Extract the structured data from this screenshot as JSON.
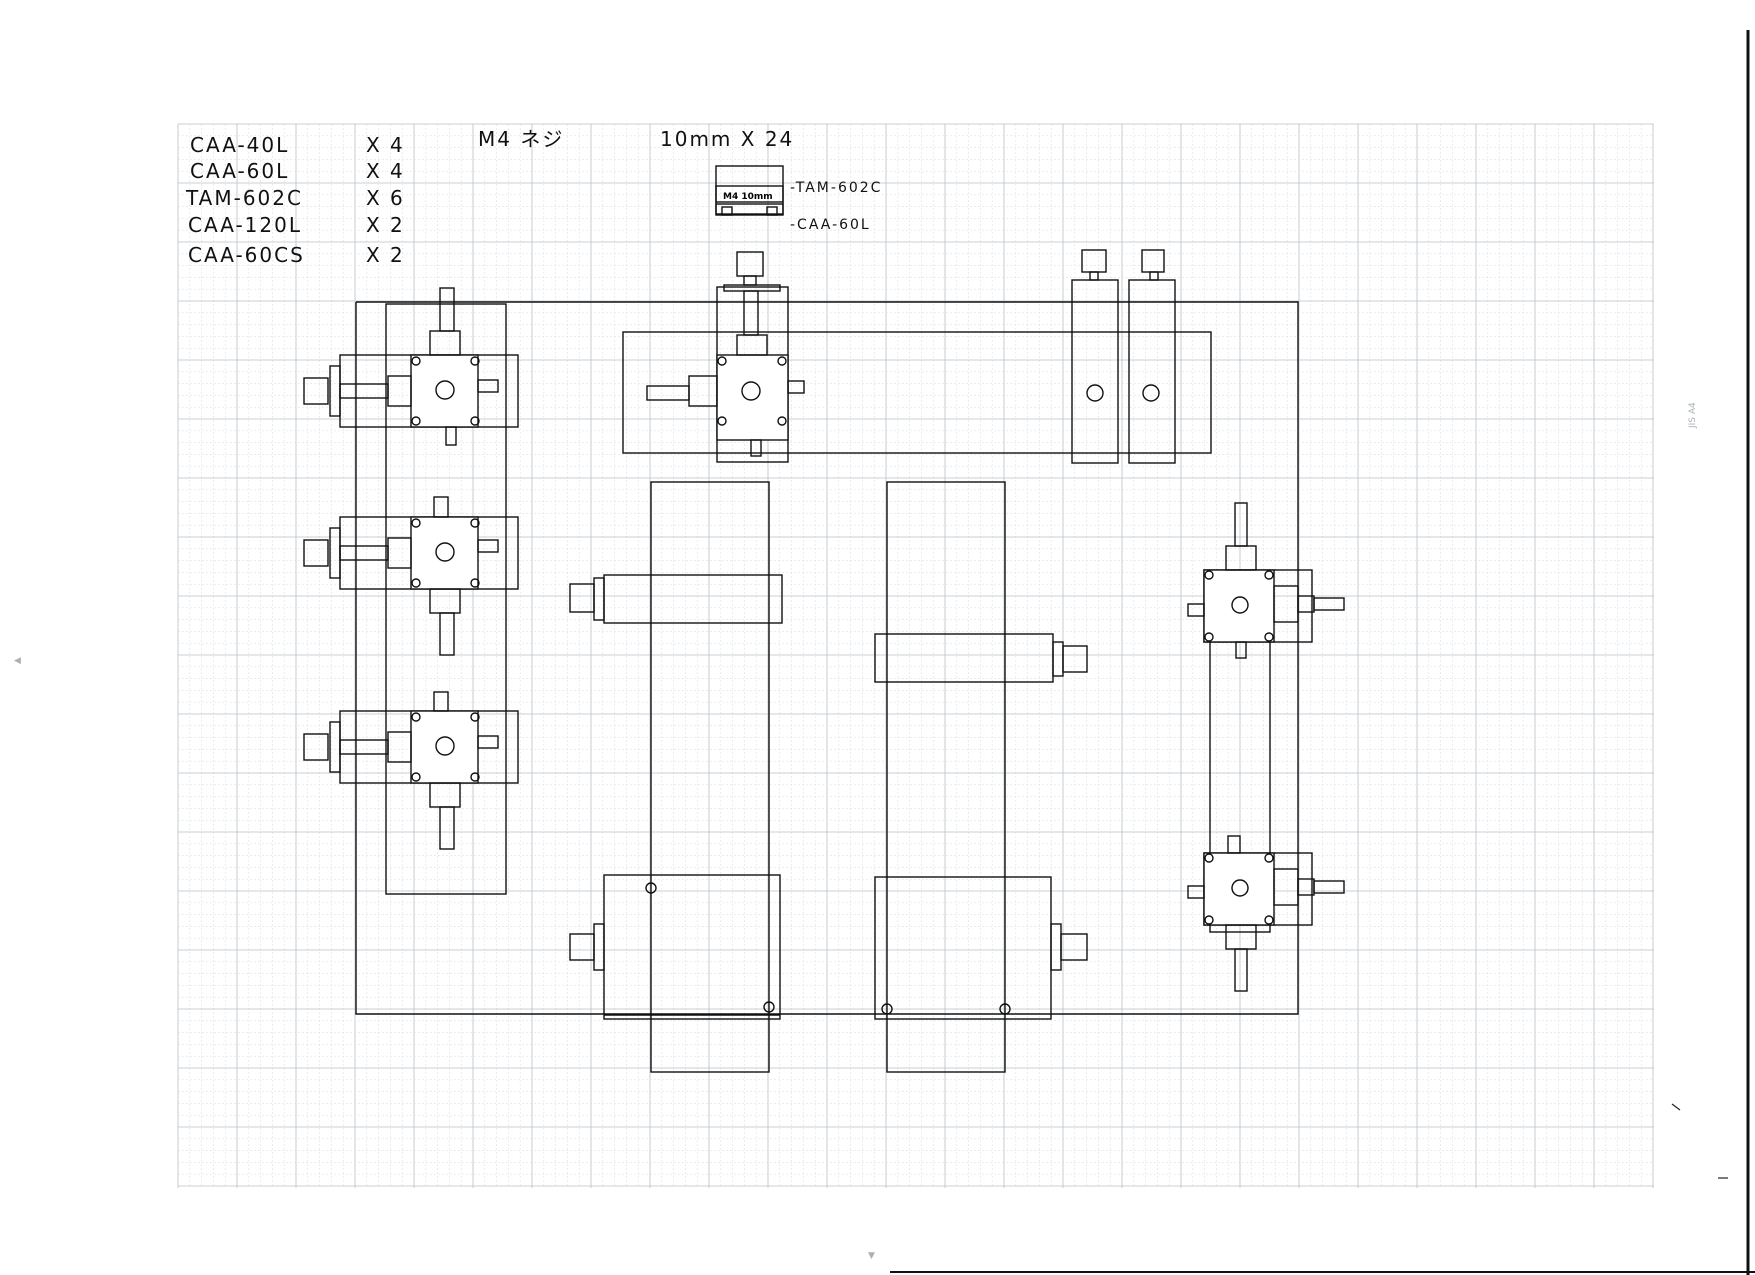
{
  "parts_list": [
    {
      "part": "CAA-40L",
      "qty": "X 4"
    },
    {
      "part": "CAA-60L",
      "qty": "X 4"
    },
    {
      "part": "TAM-602C",
      "qty": "X 6"
    },
    {
      "part": "CAA-120L",
      "qty": "X 2"
    },
    {
      "part": "CAA-60CS",
      "qty": "X 2"
    }
  ],
  "screw": {
    "label": "M4 ネジ",
    "spec": "10mm X 24"
  },
  "detail": {
    "inner_label": "M4 10mm",
    "callout_top": "-TAM-602C",
    "callout_bottom": "-CAA-60L"
  },
  "paper_mark": "JIS A4",
  "colors": {
    "ink": "#111111",
    "grid_major": "#b8c0c6",
    "grid_minor": "#dde2e5"
  }
}
